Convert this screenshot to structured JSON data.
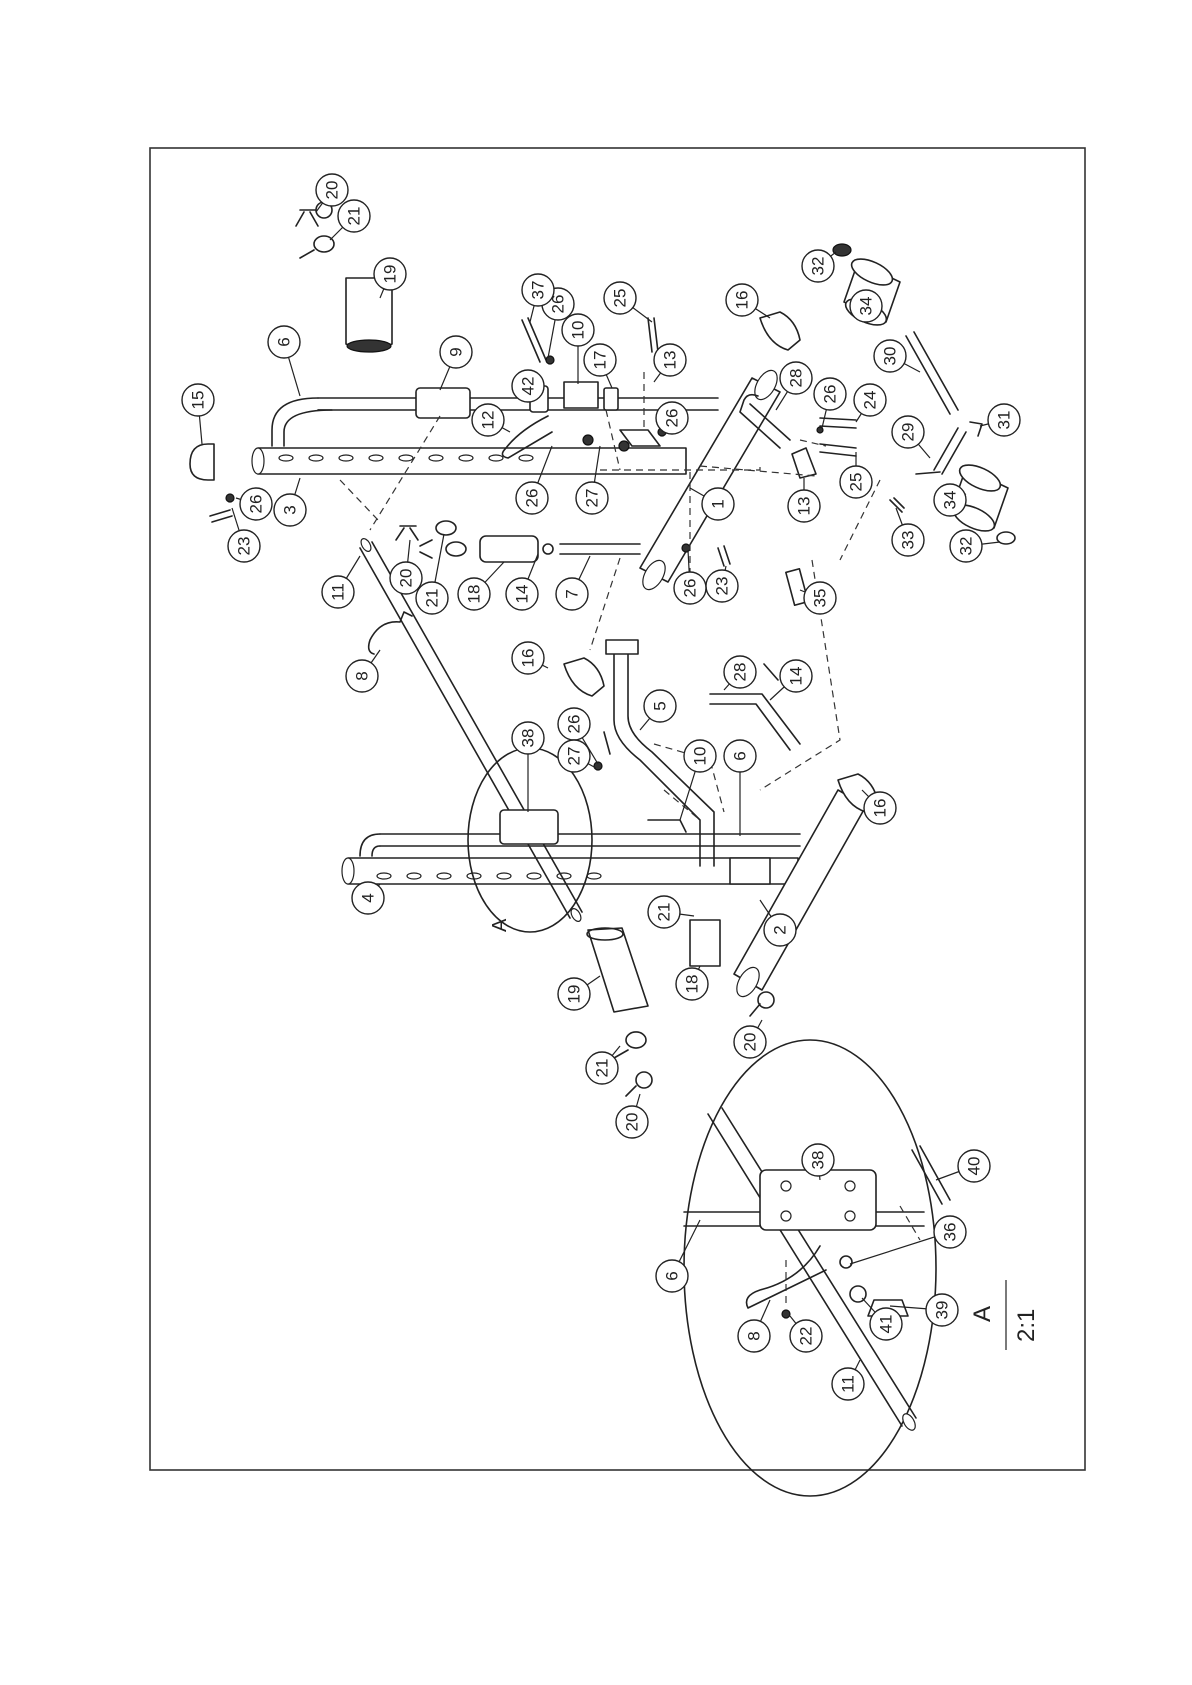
{
  "callouts": [
    {
      "n": "1"
    },
    {
      "n": "2"
    },
    {
      "n": "3"
    },
    {
      "n": "4"
    },
    {
      "n": "5"
    },
    {
      "n": "6"
    },
    {
      "n": "6"
    },
    {
      "n": "6"
    },
    {
      "n": "7"
    },
    {
      "n": "8"
    },
    {
      "n": "8"
    },
    {
      "n": "9"
    },
    {
      "n": "10"
    },
    {
      "n": "10"
    },
    {
      "n": "11"
    },
    {
      "n": "11"
    },
    {
      "n": "12"
    },
    {
      "n": "13"
    },
    {
      "n": "13"
    },
    {
      "n": "14"
    },
    {
      "n": "14"
    },
    {
      "n": "15"
    },
    {
      "n": "16"
    },
    {
      "n": "16"
    },
    {
      "n": "16"
    },
    {
      "n": "17"
    },
    {
      "n": "18"
    },
    {
      "n": "18"
    },
    {
      "n": "19"
    },
    {
      "n": "19"
    },
    {
      "n": "20"
    },
    {
      "n": "20"
    },
    {
      "n": "20"
    },
    {
      "n": "20"
    },
    {
      "n": "21"
    },
    {
      "n": "21"
    },
    {
      "n": "21"
    },
    {
      "n": "21"
    },
    {
      "n": "22"
    },
    {
      "n": "23"
    },
    {
      "n": "23"
    },
    {
      "n": "24"
    },
    {
      "n": "25"
    },
    {
      "n": "25"
    },
    {
      "n": "26"
    },
    {
      "n": "26"
    },
    {
      "n": "26"
    },
    {
      "n": "26"
    },
    {
      "n": "26"
    },
    {
      "n": "26"
    },
    {
      "n": "26"
    },
    {
      "n": "27"
    },
    {
      "n": "27"
    },
    {
      "n": "28"
    },
    {
      "n": "28"
    },
    {
      "n": "29"
    },
    {
      "n": "30"
    },
    {
      "n": "31"
    },
    {
      "n": "32"
    },
    {
      "n": "32"
    },
    {
      "n": "33"
    },
    {
      "n": "34"
    },
    {
      "n": "34"
    },
    {
      "n": "35"
    },
    {
      "n": "36"
    },
    {
      "n": "37"
    },
    {
      "n": "38"
    },
    {
      "n": "38"
    },
    {
      "n": "39"
    },
    {
      "n": "40"
    },
    {
      "n": "41"
    },
    {
      "n": "42"
    }
  ],
  "detail": {
    "marker": "A",
    "label": "A",
    "scale": "2:1"
  }
}
